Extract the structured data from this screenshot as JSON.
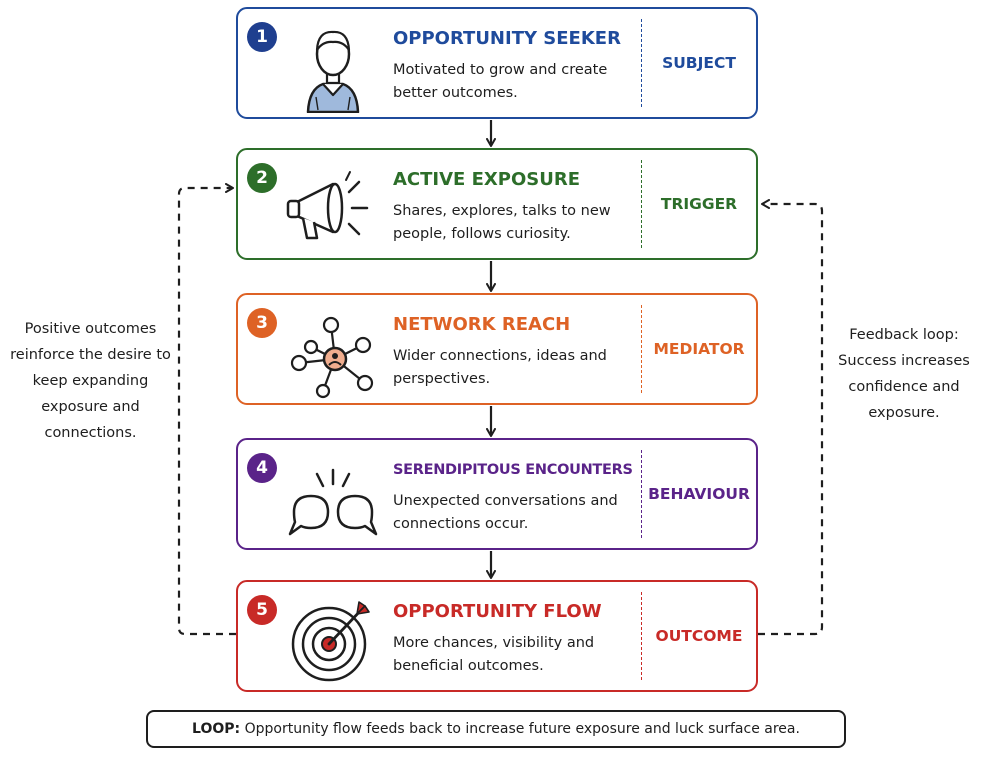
{
  "steps": [
    {
      "number": "1",
      "title": "OPPORTUNITY SEEKER",
      "description": "Motivated to grow and create better outcomes.",
      "role": "SUBJECT",
      "icon": "person-icon",
      "color": "#1f4b9c"
    },
    {
      "number": "2",
      "title": "ACTIVE EXPOSURE",
      "description": "Shares, explores, talks to new people, follows curiosity.",
      "role": "TRIGGER",
      "icon": "megaphone-icon",
      "color": "#2d6e2a"
    },
    {
      "number": "3",
      "title": "NETWORK REACH",
      "description": "Wider connections, ideas and perspectives.",
      "role": "MEDIATOR",
      "icon": "network-icon",
      "color": "#de6225"
    },
    {
      "number": "4",
      "title": "SERENDIPITOUS ENCOUNTERS",
      "description": "Unexpected conversations and connections occur.",
      "role": "BEHAVIOUR",
      "icon": "speech-bubbles-icon",
      "color": "#5a2389"
    },
    {
      "number": "5",
      "title": "OPPORTUNITY FLOW",
      "description": "More chances, visibility and beneficial outcomes.",
      "role": "OUTCOME",
      "icon": "target-icon",
      "color": "#c82a27"
    }
  ],
  "left_note": "Positive outcomes reinforce the desire to keep expanding exposure and connections.",
  "right_note": "Feedback loop: Success increases confidence and exposure.",
  "loop": {
    "label": "LOOP:",
    "text": "Opportunity flow feeds back to increase future exposure and luck surface area."
  }
}
